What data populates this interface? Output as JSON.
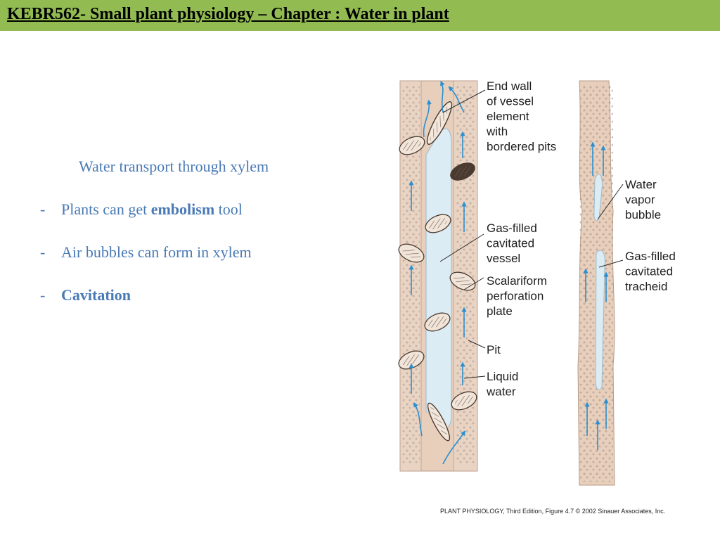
{
  "header": {
    "title": " KEBR562- Small plant physiology – Chapter :  Water in plant"
  },
  "content": {
    "heading": "Water transport through xylem",
    "bullets": [
      {
        "dash": "-",
        "before": "Plants can get ",
        "bold": "embolism",
        "after": " tool"
      },
      {
        "dash": "-",
        "text": "Air bubbles can form in xylem"
      },
      {
        "dash": "-",
        "bold": "Cavitation"
      }
    ]
  },
  "figure": {
    "labels": {
      "end_wall": [
        "End wall",
        "of vessel",
        "element",
        "with",
        "bordered pits"
      ],
      "water_vapor": [
        "Water",
        "vapor",
        "bubble"
      ],
      "gas_vessel": [
        "Gas-filled",
        "cavitated",
        "vessel"
      ],
      "gas_tracheid": [
        "Gas-filled",
        "cavitated",
        "tracheid"
      ],
      "scalariform": [
        "Scalariform",
        "perforation",
        "plate"
      ],
      "pit": [
        "Pit"
      ],
      "liquid": [
        "Liquid",
        "water"
      ]
    },
    "caption": "PLANT PHYSIOLOGY, Third Edition, Figure 4.7  © 2002 Sinauer Associates, Inc.",
    "colors": {
      "cell_wall": "#e8cfbc",
      "vessel_lumen": "#dcecf4",
      "arrow": "#2a8fd0",
      "title_bar": "#92bb52",
      "text": "#4a7ab4"
    }
  }
}
